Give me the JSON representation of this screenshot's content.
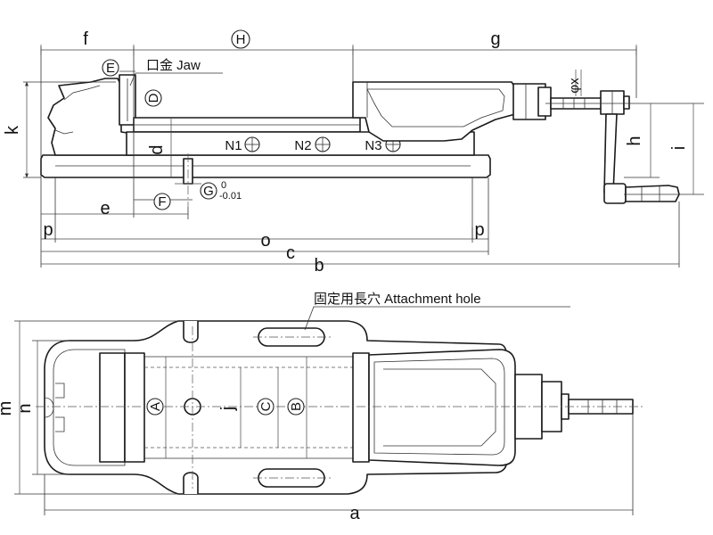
{
  "labels": {
    "f": "f",
    "H": "H",
    "g": "g",
    "E": "E",
    "jaw": "口金 Jaw",
    "phix": "φx",
    "k": "k",
    "D": "D",
    "d": "d",
    "N1": "N1",
    "N2": "N2",
    "N3": "N3",
    "h": "h",
    "i": "i",
    "F": "F",
    "G": "G",
    "tol_upper": "0",
    "tol_lower": "-0.01",
    "e": "e",
    "p_left": "p",
    "p_right": "p",
    "o": "o",
    "c": "c",
    "b": "b",
    "attachment": "固定用長穴 Attachment hole",
    "m": "m",
    "n": "n",
    "A": "A",
    "j": "j",
    "C": "C",
    "B": "B",
    "a": "a"
  }
}
